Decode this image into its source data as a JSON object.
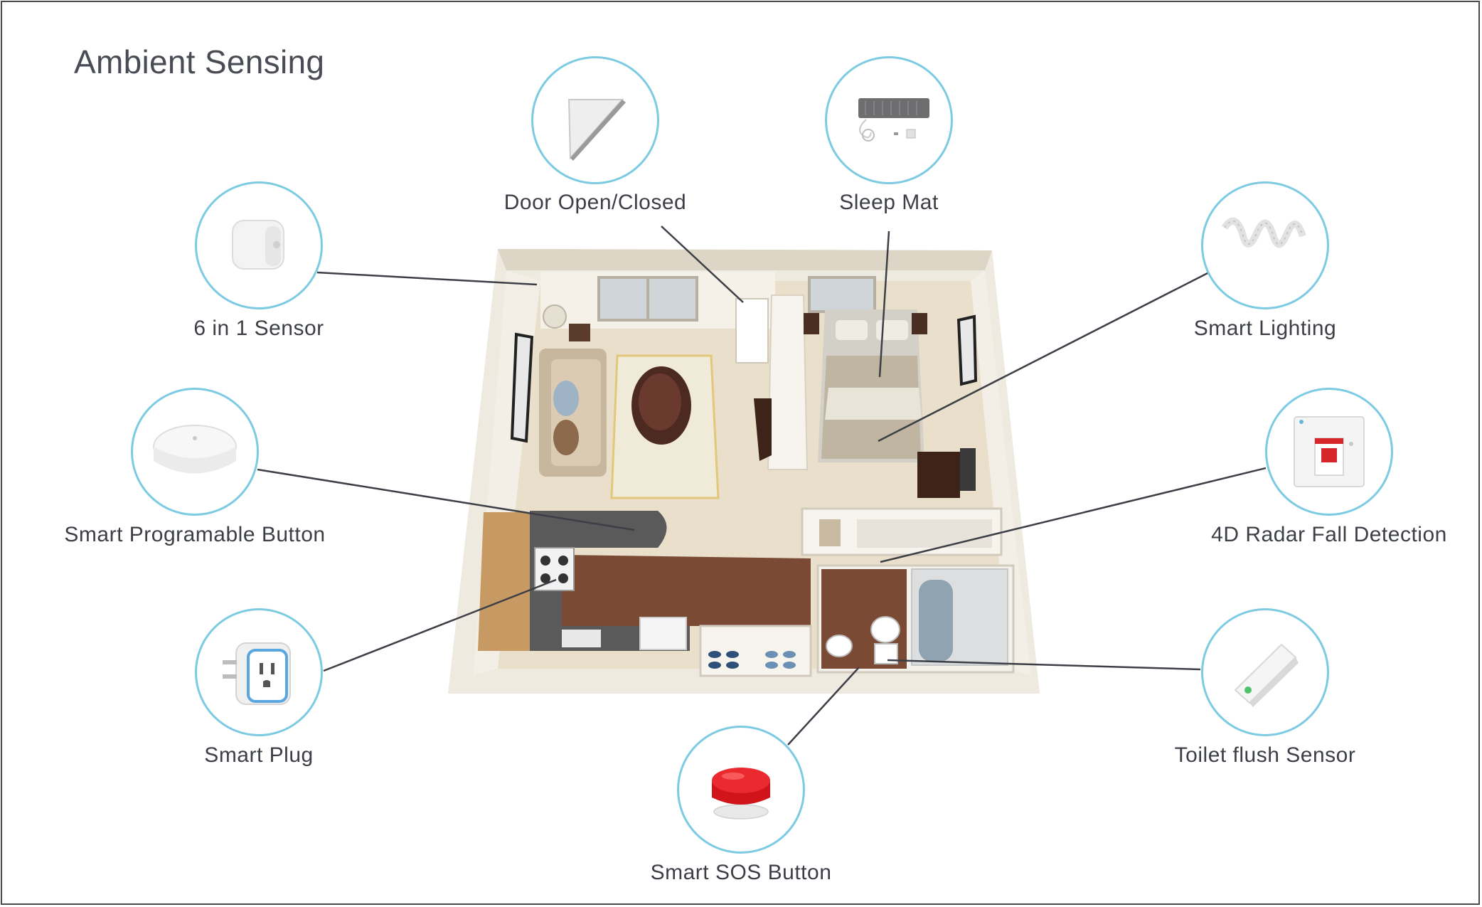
{
  "title": "Ambient Sensing",
  "colors": {
    "ring": "#7ccbe2",
    "leader": "#3d3f47",
    "text": "#3d3f47"
  },
  "devices": [
    {
      "id": "door",
      "label": "Door Open/Closed",
      "icon": "door-sensor-icon"
    },
    {
      "id": "sleep",
      "label": "Sleep Mat",
      "icon": "sleep-mat-icon"
    },
    {
      "id": "six",
      "label": "6 in 1 Sensor",
      "icon": "multi-sensor-icon"
    },
    {
      "id": "lighting",
      "label": "Smart Lighting",
      "icon": "led-strip-icon"
    },
    {
      "id": "button",
      "label": "Smart Programable Button",
      "icon": "smart-button-icon"
    },
    {
      "id": "radar",
      "label": "4D Radar Fall Detection",
      "icon": "radar-device-icon"
    },
    {
      "id": "plug",
      "label": "Smart Plug",
      "icon": "smart-plug-icon"
    },
    {
      "id": "toilet",
      "label": "Toilet flush Sensor",
      "icon": "flush-sensor-icon"
    },
    {
      "id": "sos",
      "label": "Smart SOS Button",
      "icon": "sos-button-icon"
    }
  ]
}
